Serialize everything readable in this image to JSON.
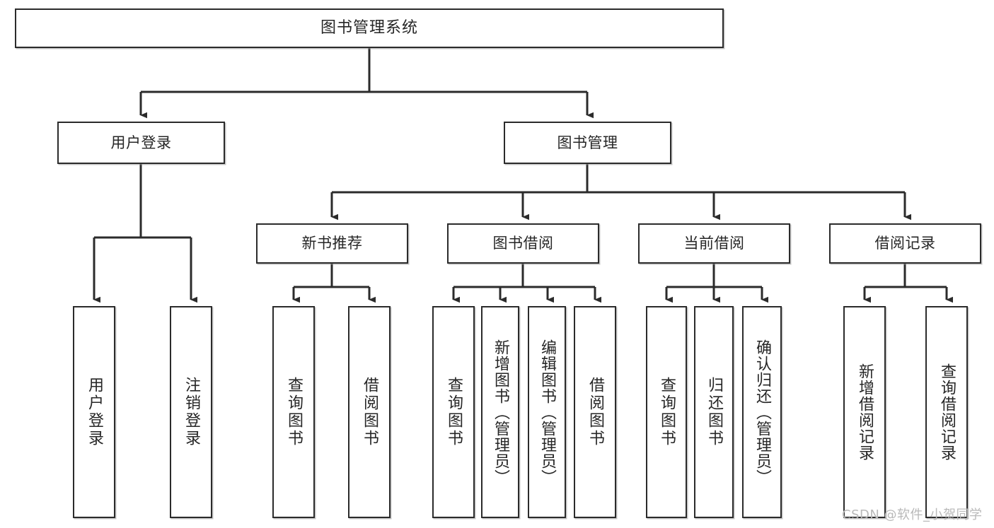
{
  "diagram": {
    "title": "图书管理系统",
    "type": "tree-hierarchy-diagram",
    "colors": {
      "box_border": "#2b2b2b",
      "box_fill": "#ffffff",
      "connector": "#2b2b2b",
      "text": "#262626",
      "watermark": "#b9b9b9",
      "canvas": "#ffffff"
    },
    "root": {
      "label": "图书管理系统"
    },
    "level2": [
      {
        "label": "用户登录"
      },
      {
        "label": "图书管理"
      }
    ],
    "level3": [
      {
        "label": "新书推荐"
      },
      {
        "label": "图书借阅"
      },
      {
        "label": "当前借阅"
      },
      {
        "label": "借阅记录"
      }
    ],
    "leaves": {
      "user_login": [
        {
          "label": "用户登录"
        },
        {
          "label": "注销登录"
        }
      ],
      "new_book_recommend": [
        {
          "label": "查询图书"
        },
        {
          "label": "借阅图书"
        }
      ],
      "book_borrow": [
        {
          "label": "查询图书"
        },
        {
          "label": "新增图书（管理员）"
        },
        {
          "label": "编辑图书（管理员）"
        },
        {
          "label": "借阅图书"
        }
      ],
      "current_borrow": [
        {
          "label": "查询图书"
        },
        {
          "label": "归还图书"
        },
        {
          "label": "确认归还（管理员）"
        }
      ],
      "borrow_record": [
        {
          "label": "新增借阅记录"
        },
        {
          "label": "查询借阅记录"
        }
      ]
    },
    "watermark": "CSDN @软件_小贺同学"
  }
}
